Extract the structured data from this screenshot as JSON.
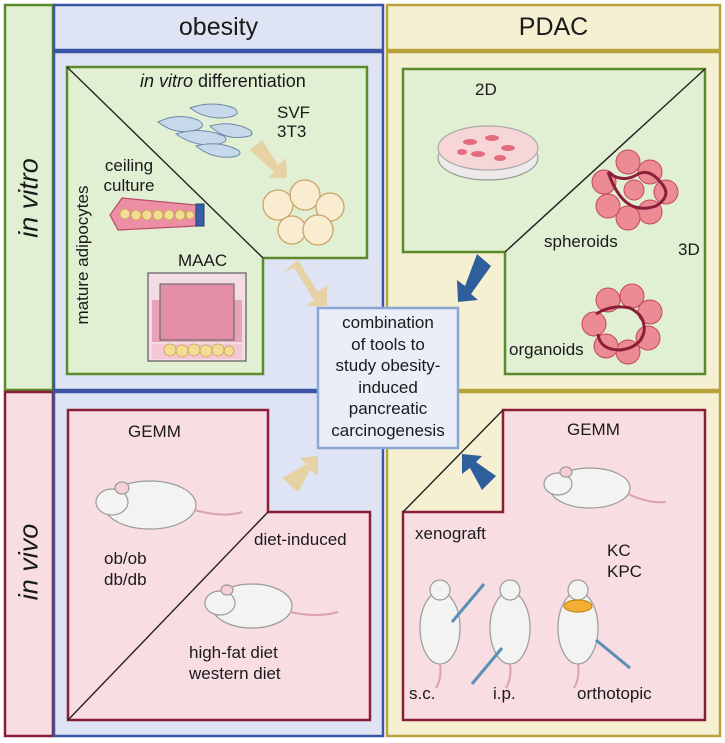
{
  "headers": {
    "obesity": "obesity",
    "pdac": "PDAC",
    "in_vitro": "in vitro",
    "in_vivo": "in vivo"
  },
  "obesity_in_vitro": {
    "diff_prefix": "in vitro",
    "diff_suffix": " differentiation",
    "svf": "SVF",
    "t3": "3T3",
    "ceiling_1": "ceiling",
    "ceiling_2": "culture",
    "mature_adipocytes": "mature adipocytes",
    "maac": "MAAC"
  },
  "pdac_in_vitro": {
    "two_d": "2D",
    "spheroids": "spheroids",
    "three_d": "3D",
    "organoids": "organoids"
  },
  "center": {
    "line1": "combination",
    "line2": "of tools to",
    "line3": "study obesity-",
    "line4": "induced",
    "line5": "pancreatic",
    "line6": "carcinogenesis"
  },
  "obesity_in_vivo": {
    "gemm": "GEMM",
    "ob": "ob/ob",
    "db": "db/db",
    "diet_induced": "diet-induced",
    "hfd": "high-fat diet",
    "wd": "western diet"
  },
  "pdac_in_vivo": {
    "gemm": "GEMM",
    "kc": "KC",
    "kpc": "KPC",
    "xenograft": "xenograft",
    "sc": "s.c.",
    "ip": "i.p.",
    "orthotopic": "orthotopic"
  },
  "colors": {
    "green_border": "#5a8a2a",
    "green_fill": "#e1efd3",
    "blue_border": "#3b54a3",
    "blue_fill": "#dfe4f4",
    "yellow_border": "#b9a23a",
    "yellow_fill": "#f5f0d2",
    "red_border": "#8b1f3a",
    "red_fill": "#f8dde3",
    "arrow_tan": "#e6d2a4",
    "arrow_blue": "#2f5f9a"
  }
}
